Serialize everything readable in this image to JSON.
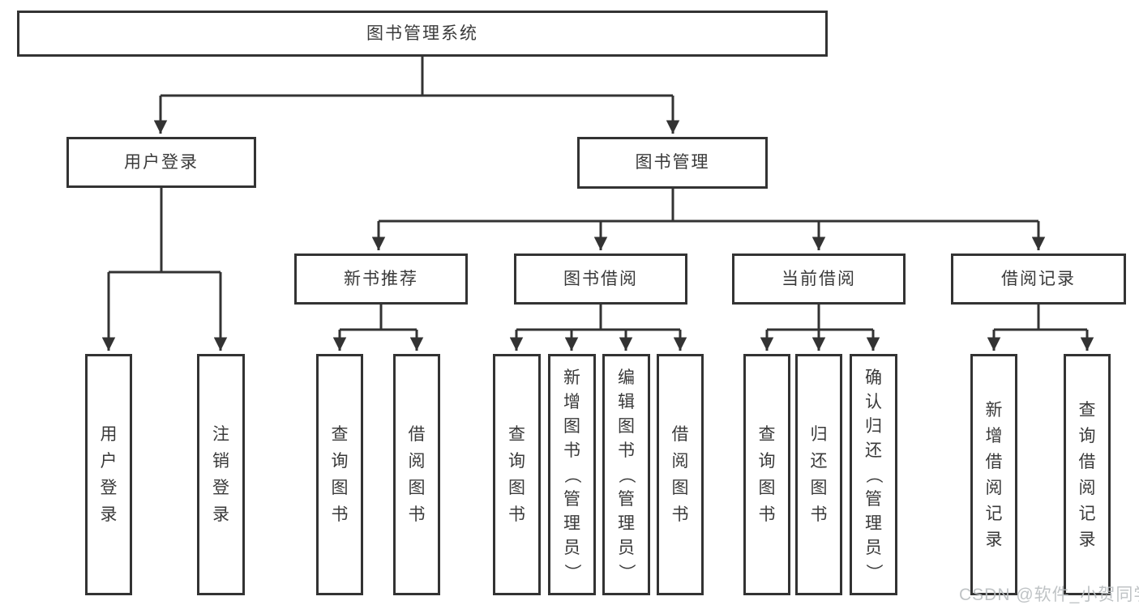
{
  "nodes": {
    "root": "图书管理系统",
    "user_login": "用户登录",
    "book_management": "图书管理",
    "new_book_recommend": "新书推荐",
    "book_borrow": "图书借阅",
    "current_borrow": "当前借阅",
    "borrow_records": "借阅记录",
    "leaf_user_login": "用户登录",
    "leaf_logout": "注销登录",
    "leaf_nbr_query_books": "查询图书",
    "leaf_nbr_borrow_books": "借阅图书",
    "leaf_bb_query_books": "查询图书",
    "leaf_bb_add_books": "新增图书（管理员）",
    "leaf_bb_edit_books": "编辑图书（管理员）",
    "leaf_bb_borrow_books": "借阅图书",
    "leaf_cb_query_books": "查询图书",
    "leaf_cb_return_books": "归还图书",
    "leaf_cb_confirm_return": "确认归还（管理员）",
    "leaf_br_add_record": "新增借阅记录",
    "leaf_br_query_record": "查询借阅记录"
  },
  "watermark": "CSDN @软件_小贺同学",
  "colors": {
    "line": "#333333",
    "text": "#3a3a3a",
    "background": "#ffffff",
    "watermark": "#babec1"
  }
}
